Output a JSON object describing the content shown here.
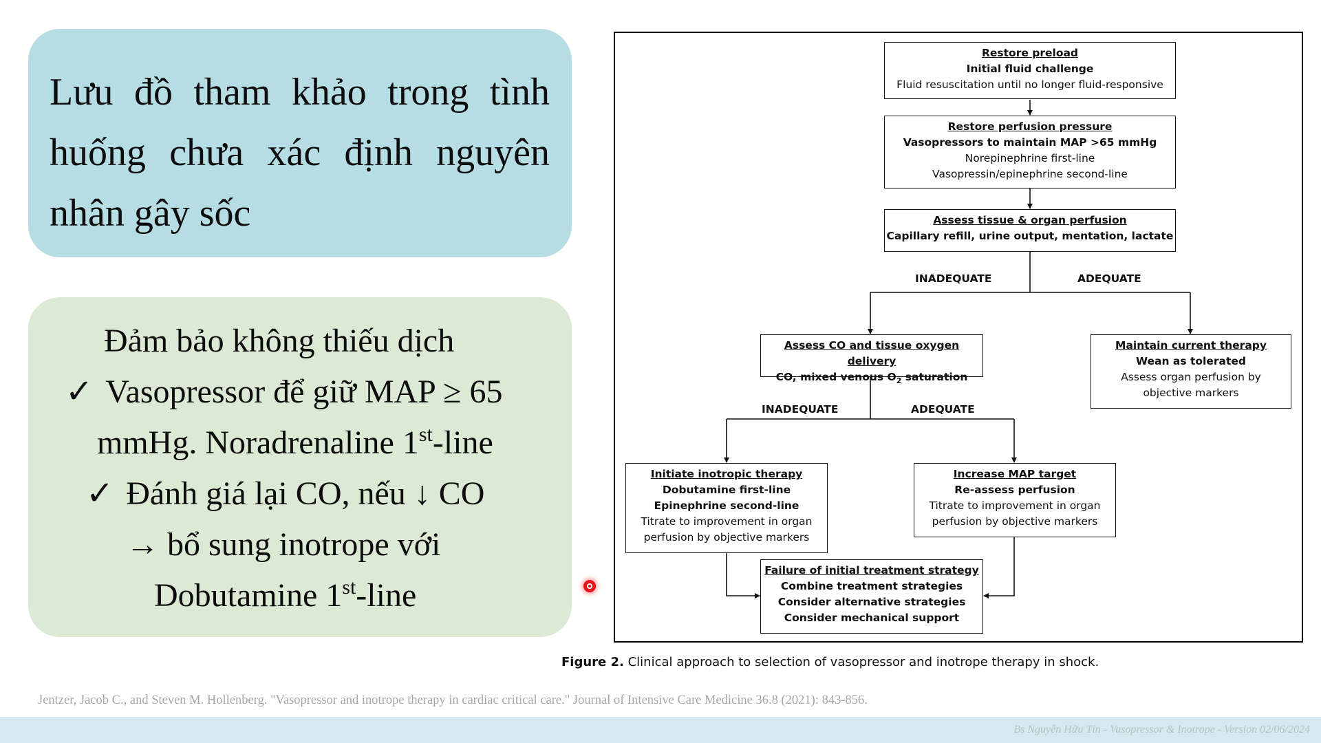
{
  "title_box": {
    "text": "Lưu   đồ  tham  khảo  trong tình  huống  chưa  xác  định nguyên nhân gây sốc"
  },
  "summary_box": {
    "line1": "Đảm bảo không thiếu dịch",
    "line2_check": "✓",
    "line2": "Vasopressor để giữ MAP ≥ 65",
    "line3_pre": "mmHg. Noradrenaline 1",
    "line3_sup": "st",
    "line3_post": "-line",
    "line4_check": "✓",
    "line4": "Đánh giá lại CO, nếu ↓ CO",
    "line5": "→ bổ sung inotrope với",
    "line6_pre": "Dobutamine 1",
    "line6_sup": "st",
    "line6_post": "-line"
  },
  "flowchart": {
    "restore_preload": {
      "heading": "Restore preload",
      "line1": "Initial fluid challenge",
      "line2": "Fluid resuscitation until no longer fluid-responsive"
    },
    "restore_perfusion": {
      "heading": "Restore perfusion pressure",
      "line1": "Vasopressors to maintain MAP >65 mmHg",
      "line2": "Norepinephrine  first-line",
      "line3": "Vasopressin/epinephrine second-line"
    },
    "assess_tissue": {
      "heading": "Assess tissue & organ perfusion",
      "line1": "Capillary refill, urine output, mentation, lactate"
    },
    "branch1_inadequate": "INADEQUATE",
    "branch1_adequate": "ADEQUATE",
    "assess_co": {
      "heading": "Assess CO and tissue oxygen delivery",
      "line1_pre": "CO, mixed venous O",
      "line1_sub": "2",
      "line1_post": " saturation"
    },
    "maintain_therapy": {
      "heading": "Maintain current therapy",
      "line1": "Wean as tolerated",
      "line2": "Assess organ perfusion by",
      "line3": "objective markers"
    },
    "branch2_inadequate": "INADEQUATE",
    "branch2_adequate": "ADEQUATE",
    "inotropic": {
      "heading": "Initiate inotropic therapy",
      "line1": "Dobutamine first-line",
      "line2": "Epinephrine second-line",
      "line3": "Titrate to improvement  in organ",
      "line4": "perfusion by objective markers"
    },
    "increase_map": {
      "heading": "Increase MAP target",
      "line1": "Re-assess perfusion",
      "line2": "Titrate to improvement  in organ",
      "line3": "perfusion by objective markers"
    },
    "failure": {
      "heading": "Failure of initial treatment strategy",
      "line1": "Combine treatment strategies",
      "line2": "Consider alternative strategies",
      "line3": "Consider mechanical support"
    }
  },
  "caption": {
    "label": "Figure 2.",
    "text": " Clinical approach to selection of vasopressor and inotrope therapy in shock."
  },
  "reference": "Jentzer, Jacob C., and Steven M. Hollenberg. \"Vasopressor and inotrope therapy in cardiac critical care.\" Journal of Intensive Care Medicine 36.8 (2021): 843-856.",
  "footer": "Bs Nguyễn Hữu Tín - Vasopressor & Inotrope - Version 02/06/2024",
  "colors": {
    "title_bg": "#b6dde4",
    "summary_bg": "#dce9d5",
    "footer_bg": "#d5e9ee",
    "pointer": "#e8141b"
  }
}
